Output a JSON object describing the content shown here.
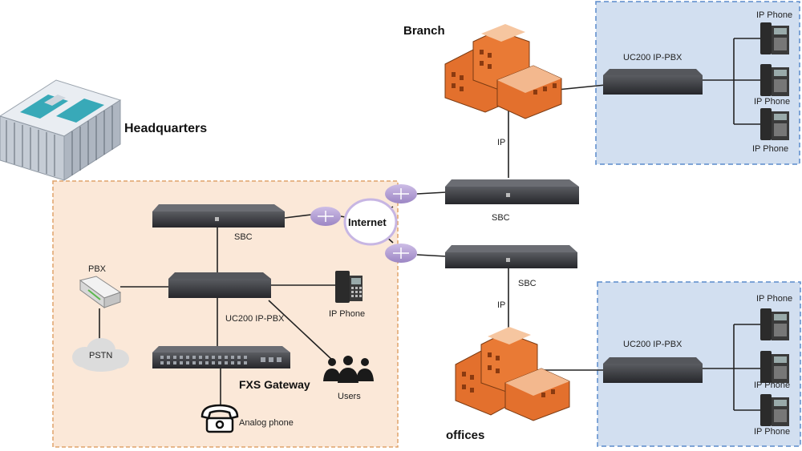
{
  "titles": {
    "headquarters": "Headquarters",
    "branch": "Branch",
    "offices": "offices",
    "internet": "Internet"
  },
  "hq": {
    "sbc": "SBC",
    "pbx": "PBX",
    "pstn": "PSTN",
    "ippbx": "UC200 IP-PBX",
    "ip_phone": "IP Phone",
    "fxs_gateway": "FXS Gateway",
    "users": "Users",
    "analog_phone": "Analog phone"
  },
  "branch": {
    "ippbx": "UC200 IP-PBX",
    "phones": [
      "IP Phone",
      "IP Phone",
      "IP Phone"
    ],
    "link": "IP",
    "sbc": "SBC"
  },
  "offices": {
    "ippbx": "UC200 IP-PBX",
    "phones": [
      "IP Phone",
      "IP Phone",
      "IP Phone"
    ],
    "link": "IP",
    "sbc": "SBC"
  },
  "colors": {
    "hq_zone_fill": "#fbe8d8",
    "hq_zone_border": "#e0a36a",
    "site_zone_fill": "#d2dff0",
    "site_zone_border": "#5b8ccc",
    "router": "#b9a6d8",
    "building_orange": "#e3702d",
    "device_dark": "#2e2f33"
  }
}
